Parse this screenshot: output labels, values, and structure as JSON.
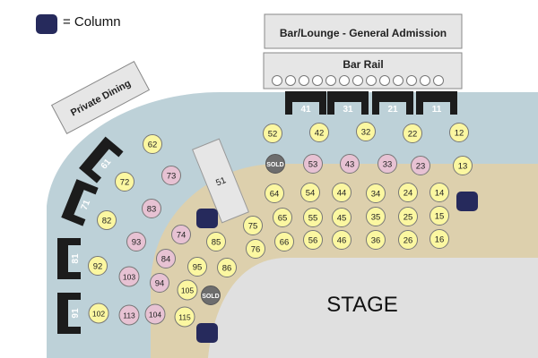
{
  "legend": {
    "label": "= Column"
  },
  "areas": {
    "general_admission": "Bar/Lounge - General Admission",
    "bar_rail": "Bar Rail",
    "private_dining": "Private Dining",
    "stage": "STAGE",
    "table_51": "51"
  },
  "colors": {
    "floor_blue": "#bdd1d8",
    "floor_tan": "#ddd0ad",
    "stage": "#e0e0e0",
    "column": "#262a5c",
    "booth": "#1c1c1c",
    "seat_yellow": "#fbf7a1",
    "seat_pink": "#e7c2d3",
    "sold": "#6d6d6d",
    "area_box": "#e6e6e6"
  },
  "booths": [
    "41",
    "31",
    "21",
    "11",
    "61",
    "71",
    "81",
    "91"
  ],
  "sold_label": "SOLD",
  "seats": {
    "yellow": [
      "52",
      "42",
      "32",
      "22",
      "12",
      "13",
      "62",
      "72",
      "82",
      "92",
      "102",
      "64",
      "54",
      "44",
      "34",
      "24",
      "14",
      "65",
      "55",
      "45",
      "35",
      "25",
      "15",
      "66",
      "56",
      "46",
      "36",
      "26",
      "16",
      "75",
      "76",
      "85",
      "86",
      "95",
      "105",
      "115"
    ],
    "pink": [
      "53",
      "43",
      "33",
      "23",
      "73",
      "83",
      "93",
      "103",
      "113",
      "74",
      "84",
      "94",
      "104"
    ]
  }
}
